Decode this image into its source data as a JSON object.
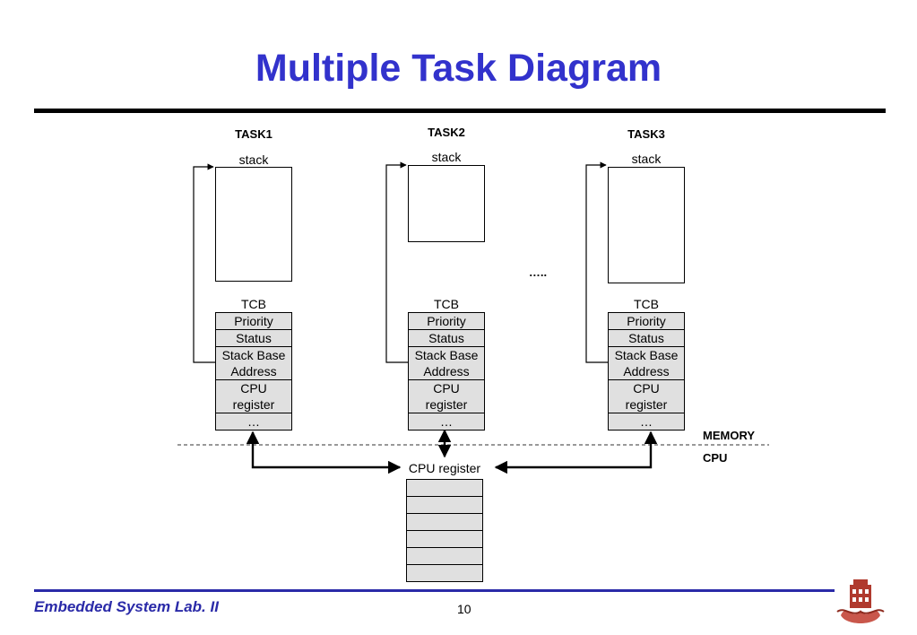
{
  "slide": {
    "title": "Multiple Task Diagram",
    "footer_text": "Embedded System Lab. II",
    "page_number": "10"
  },
  "tasks": [
    {
      "name": "TASK1",
      "stack_label": "stack",
      "tcb_label": "TCB",
      "tcb_rows": [
        "Priority",
        "Status",
        "Stack Base",
        "Address",
        "CPU",
        "register",
        "…"
      ]
    },
    {
      "name": "TASK2",
      "stack_label": "stack",
      "tcb_label": "TCB",
      "tcb_rows": [
        "Priority",
        "Status",
        "Stack Base",
        "Address",
        "CPU",
        "register",
        "…"
      ]
    },
    {
      "name": "TASK3",
      "stack_label": "stack",
      "tcb_label": "TCB",
      "tcb_rows": [
        "Priority",
        "Status",
        "Stack Base",
        "Address",
        "CPU",
        "register",
        "…"
      ]
    }
  ],
  "ellipsis": "…..",
  "regions": {
    "memory": "MEMORY",
    "cpu": "CPU"
  },
  "cpu_register": {
    "label": "CPU register",
    "cell_count": 6
  },
  "colors": {
    "title": "#3232cc",
    "footer": "#2a2aa8",
    "cell_fill": "#e0e0e0"
  }
}
